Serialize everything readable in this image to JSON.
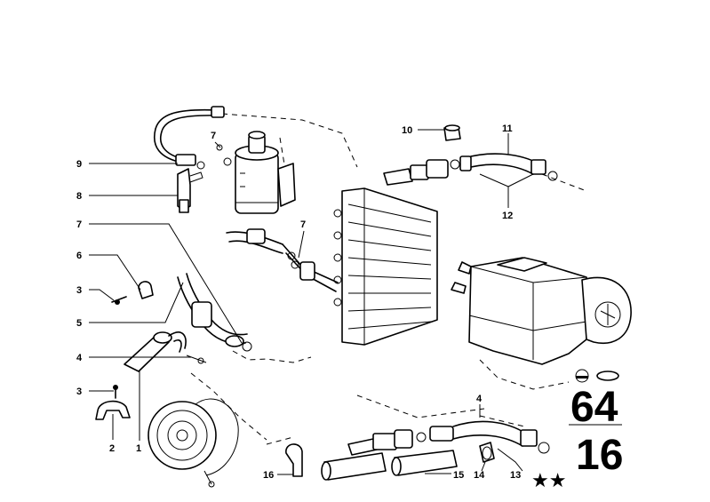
{
  "callouts": {
    "c1": "1",
    "c2": "2",
    "c3a": "3",
    "c3b": "3",
    "c4a": "4",
    "c4b": "4",
    "c5": "5",
    "c6": "6",
    "c7a": "7",
    "c7b": "7",
    "c7c": "7",
    "c8": "8",
    "c9": "9",
    "c10": "10",
    "c11": "11",
    "c12": "12",
    "c13": "13",
    "c14": "14",
    "c15": "15",
    "c16": "16"
  },
  "group_code": {
    "main": "64",
    "sub": "16"
  },
  "marks": {
    "stars": "★★"
  },
  "colors": {
    "ink": "#000000",
    "paper": "#ffffff"
  }
}
